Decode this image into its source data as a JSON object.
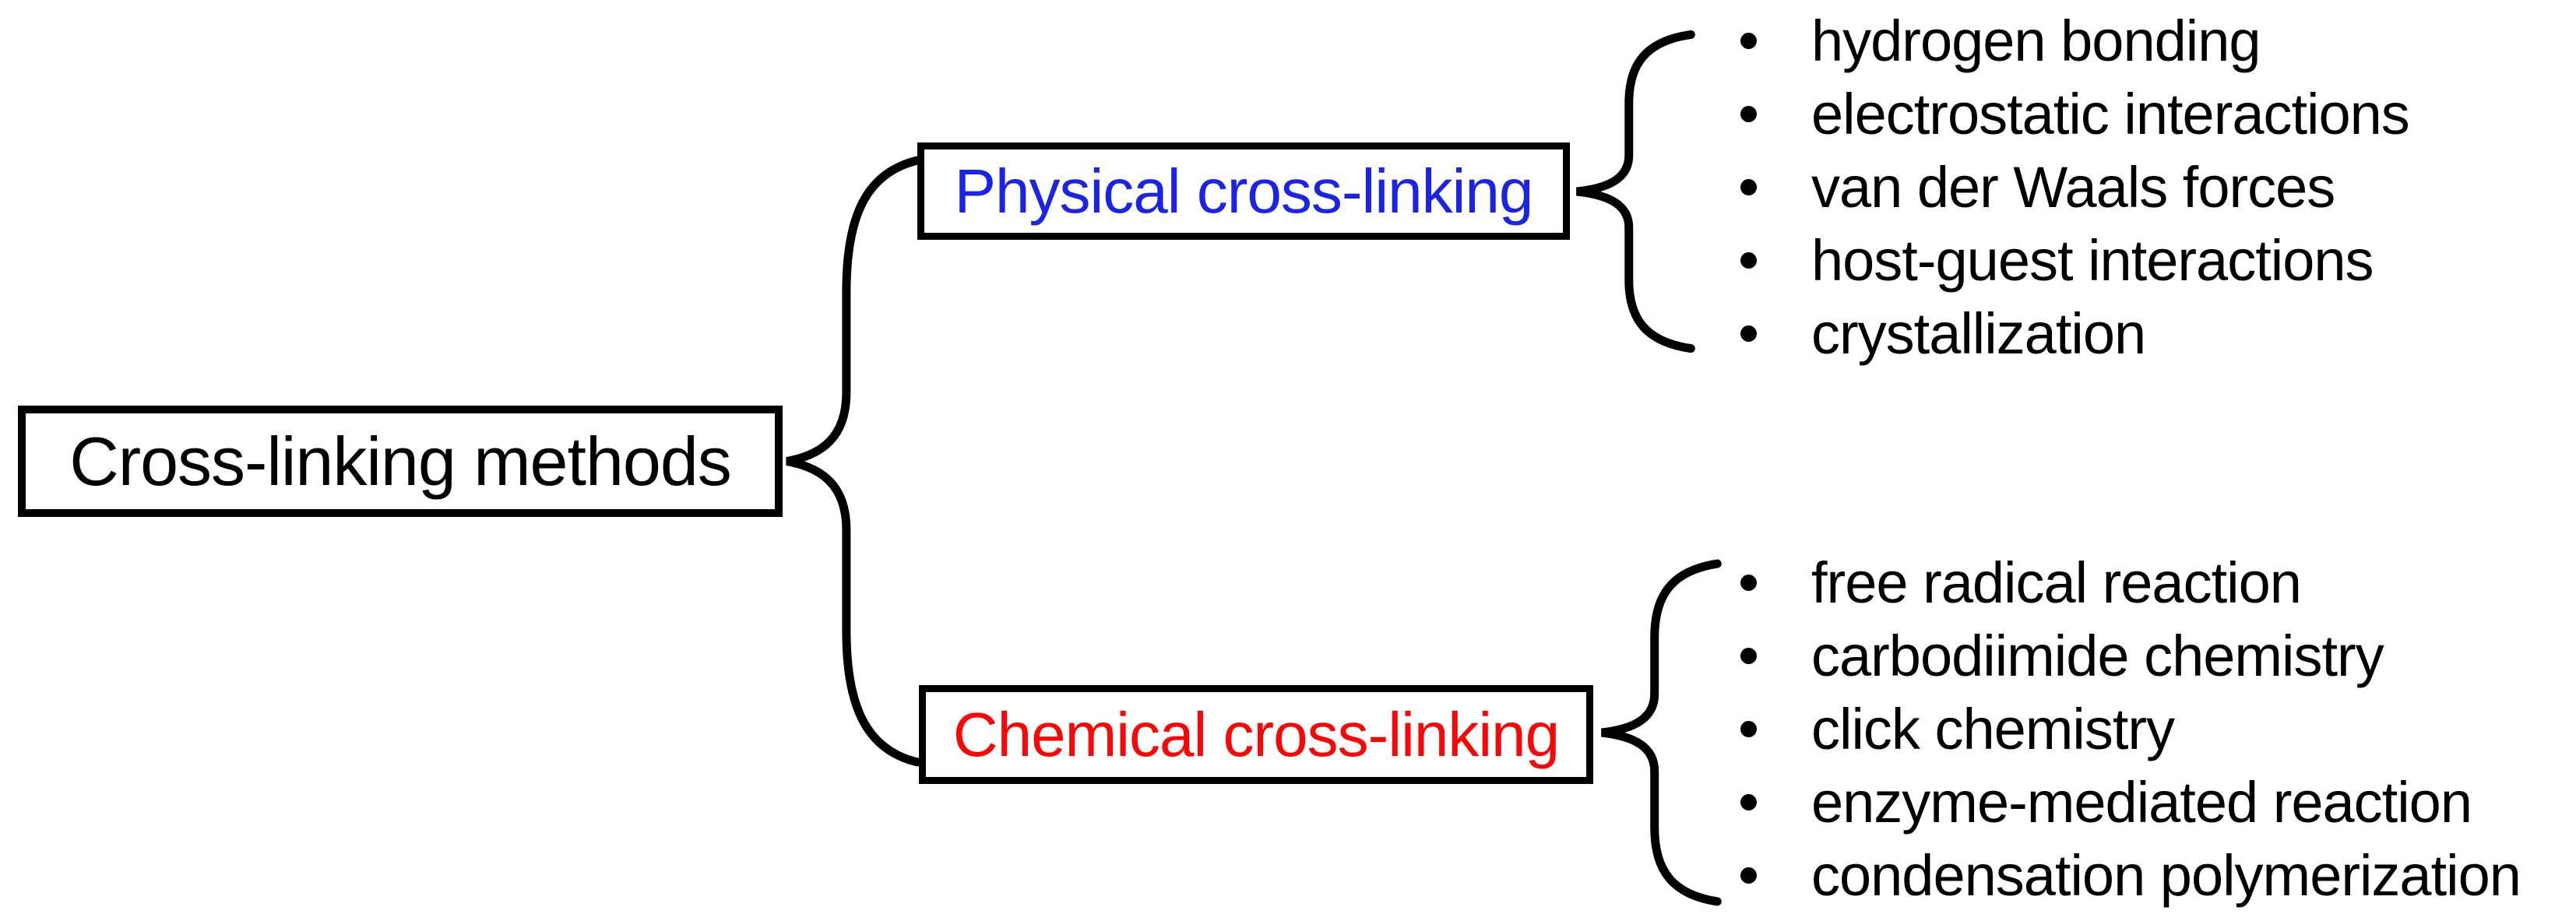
{
  "root": {
    "label": "Cross-linking methods"
  },
  "branches": {
    "physical": {
      "label": "Physical cross-linking",
      "items": [
        "hydrogen bonding",
        "electrostatic interactions",
        "van der Waals forces",
        "host-guest interactions",
        "crystallization"
      ]
    },
    "chemical": {
      "label": "Chemical cross-linking",
      "items": [
        "free radical reaction",
        "carbodiimide chemistry",
        "click chemistry",
        "enzyme-mediated reaction",
        "condensation polymerization"
      ]
    }
  },
  "colors": {
    "root_label": "#000000",
    "physical_label": "#1A23E6",
    "chemical_label": "#F90606",
    "line": "#000000",
    "background": "#FFFFFF"
  }
}
